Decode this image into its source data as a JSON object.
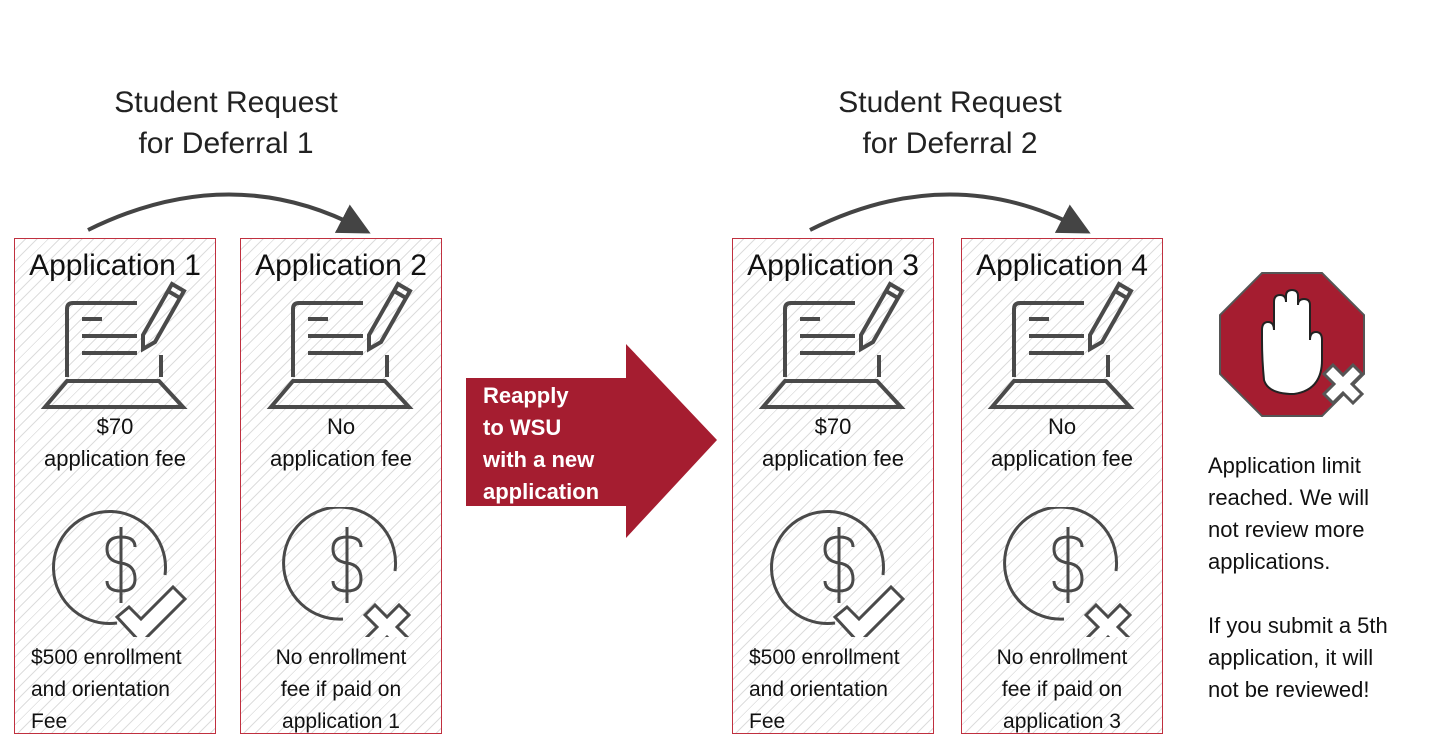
{
  "deferrals": [
    {
      "title_line1": "Student Request",
      "title_line2": "for Deferral 1"
    },
    {
      "title_line1": "Student Request",
      "title_line2": "for Deferral 2"
    }
  ],
  "applications": [
    {
      "title": "Application 1",
      "fee_line1": "$70",
      "fee_line2": "application fee",
      "enrollment": [
        "$500 enrollment",
        "and orientation",
        "Fee"
      ],
      "status_icon": "check"
    },
    {
      "title": "Application 2",
      "fee_line1": "No",
      "fee_line2": "application fee",
      "enrollment": [
        "No enrollment",
        "fee if paid on",
        "application 1"
      ],
      "status_icon": "x"
    },
    {
      "title": "Application 3",
      "fee_line1": "$70",
      "fee_line2": "application fee",
      "enrollment": [
        "$500 enrollment",
        "and orientation",
        "Fee"
      ],
      "status_icon": "check"
    },
    {
      "title": "Application 4",
      "fee_line1": "No",
      "fee_line2": "application fee",
      "enrollment": [
        "No enrollment",
        "fee if paid on",
        "application 3"
      ],
      "status_icon": "x"
    }
  ],
  "reapply": {
    "lines": [
      "Reapply",
      "to WSU",
      "with a new",
      "application"
    ]
  },
  "limit": {
    "message": [
      "Application limit",
      "reached. We will",
      "not review more",
      "applications."
    ],
    "warning": [
      "If you submit a 5th",
      "application, it will",
      "not be reviewed!"
    ]
  },
  "colors": {
    "accent": "#a51d30",
    "icon": "#4a4a4a",
    "border": "#c0303f"
  }
}
